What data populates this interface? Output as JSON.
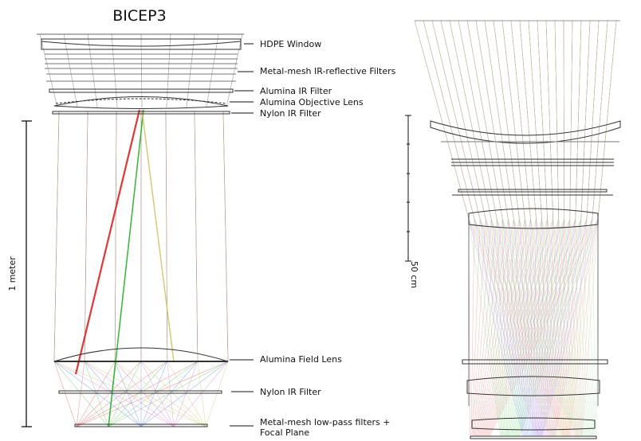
{
  "title": "BICEP3",
  "labels": {
    "hdpe_window": "HDPE Window",
    "ir_reflective_filters": "Metal-mesh IR-reflective Filters",
    "alumina_ir_filter": "Alumina IR Filter",
    "objective_lens": "Alumina Objective Lens",
    "nylon_ir_filter_top": "Nylon IR Filter",
    "field_lens": "Alumina Field Lens",
    "nylon_ir_filter_bottom": "Nylon IR Filter",
    "lowpass_line1": "Metal-mesh low-pass filters +",
    "lowpass_line2": "Focal Plane"
  },
  "scales": {
    "left": "1 meter",
    "right": "50 cm"
  },
  "colors": {
    "rays": [
      "#e86060",
      "#5ccf5c",
      "#5f86ee",
      "#e67be0",
      "#c8c86a",
      "#ff9a9a",
      "#9ae09a",
      "#c9a0ea"
    ],
    "ray_bold_red": "#e02020",
    "ray_bold_green": "#20b020",
    "optic_line": "#333333"
  }
}
